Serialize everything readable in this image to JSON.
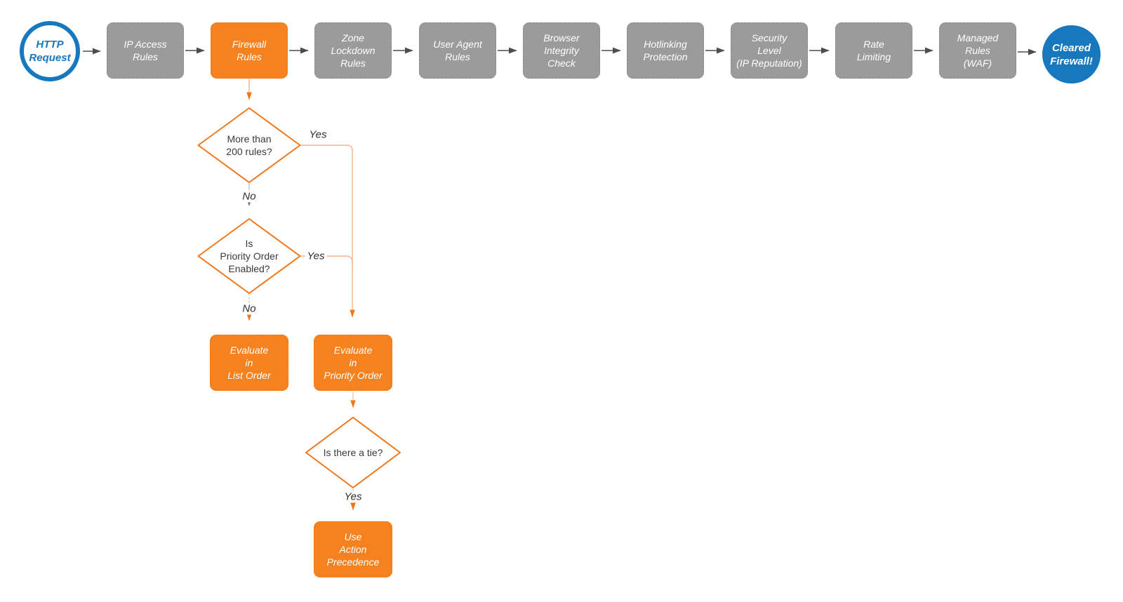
{
  "diagram": {
    "pipeline": [
      {
        "id": "http-request",
        "label": "HTTP\nRequest"
      },
      {
        "id": "ip-access-rules",
        "label": "IP Access\nRules"
      },
      {
        "id": "firewall-rules",
        "label": "Firewall\nRules"
      },
      {
        "id": "zone-lockdown-rules",
        "label": "Zone\nLockdown\nRules"
      },
      {
        "id": "user-agent-rules",
        "label": "User Agent\nRules"
      },
      {
        "id": "browser-integrity-check",
        "label": "Browser\nIntegrity\nCheck"
      },
      {
        "id": "hotlinking-protection",
        "label": "Hotlinking\nProtection"
      },
      {
        "id": "security-level-ip-reputation",
        "label": "Security\nLevel\n(IP Reputation)"
      },
      {
        "id": "rate-limiting",
        "label": "Rate\nLimiting"
      },
      {
        "id": "managed-rules-waf",
        "label": "Managed\nRules\n(WAF)"
      },
      {
        "id": "cleared-firewall",
        "label": "Cleared\nFirewall!"
      }
    ],
    "decisions": [
      {
        "id": "more-than-200-rules",
        "label": "More than\n200 rules?"
      },
      {
        "id": "priority-order-enabled",
        "label": "Is\nPriority Order\nEnabled?"
      },
      {
        "id": "is-there-a-tie",
        "label": "Is there a tie?"
      }
    ],
    "actions": [
      {
        "id": "evaluate-list-order",
        "label": "Evaluate\nin\nList Order"
      },
      {
        "id": "evaluate-priority-order",
        "label": "Evaluate\nin\nPriority Order"
      },
      {
        "id": "use-action-precedence",
        "label": "Use\nAction\nPrecedence"
      }
    ],
    "edge_labels": {
      "d1_yes": "Yes",
      "d1_no": "No",
      "d2_yes": "Yes",
      "d2_no": "No",
      "d3_yes": "Yes"
    },
    "colors": {
      "orange_node": "#F6821F",
      "orange_stroke": "#F2771A",
      "light_orange_connector": "#F9B489",
      "blue": "#1778BE",
      "gray_node": "#9B9B9B",
      "dark_connector": "#4D4D4D",
      "gray_connector": "#C6C6C6"
    }
  }
}
